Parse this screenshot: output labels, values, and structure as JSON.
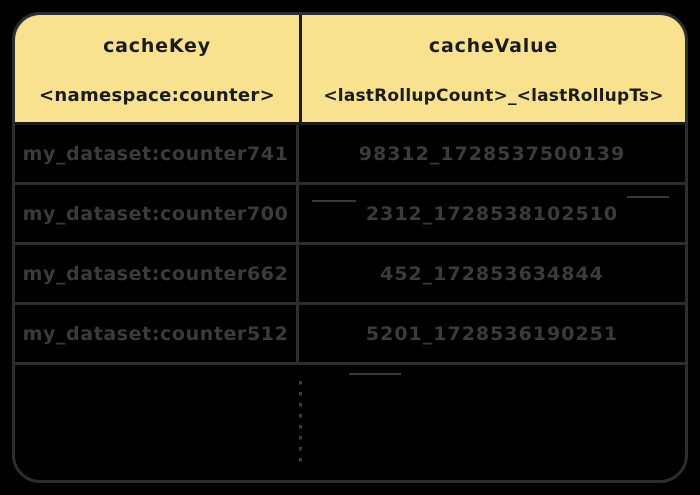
{
  "table": {
    "columns": [
      {
        "title": "cacheKey",
        "subtitle": "<namespace:counter>"
      },
      {
        "title": "cacheValue",
        "subtitle": "<lastRollupCount>_<lastRollupTs>"
      }
    ],
    "rows": [
      {
        "key": "my_dataset:counter741",
        "value": "98312_1728537500139"
      },
      {
        "key": "my_dataset:counter700",
        "value": "2312_1728538102510"
      },
      {
        "key": "my_dataset:counter662",
        "value": "452_172853634844"
      },
      {
        "key": "my_dataset:counter512",
        "value": "5201_1728536190251"
      }
    ],
    "continuation_indicator": "vertical-dotted-line"
  },
  "colors": {
    "background": "#000000",
    "header_fill": "#f9e28f",
    "header_text": "#1b1b1b",
    "header_line": "#1b1b1b",
    "grid_line": "#2d2d2f",
    "body_text": "#3a3a3f"
  }
}
